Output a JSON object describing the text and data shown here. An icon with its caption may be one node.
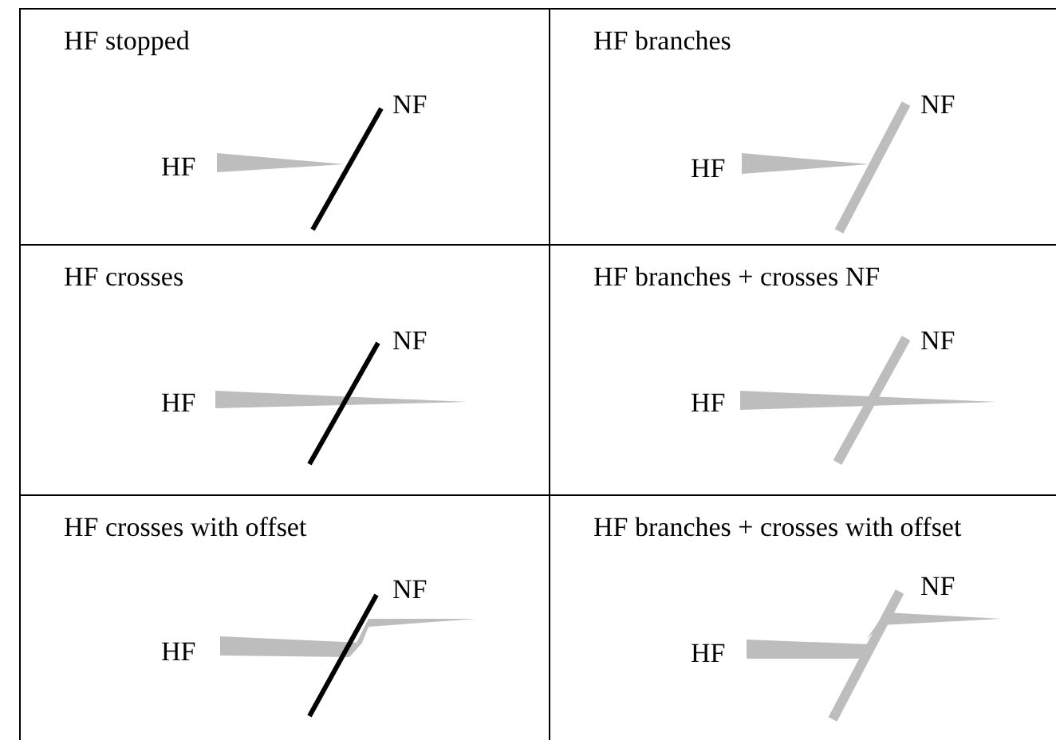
{
  "diagram": {
    "nodes": [
      {
        "text": [
          "HF stopped",
          "HF",
          "NF"
        ]
      },
      {
        "text": [
          "HF branches",
          "HF",
          "NF"
        ]
      },
      {
        "text": [
          "HF crosses",
          "HF",
          "NF"
        ]
      },
      {
        "text": [
          "HF branches + crosses NF",
          "HF",
          "NF"
        ]
      },
      {
        "text": [
          "HF crosses with offset",
          "HF",
          "NF"
        ]
      },
      {
        "text": [
          "HF branches + crosses with offset",
          "HF",
          "NF"
        ]
      }
    ]
  }
}
